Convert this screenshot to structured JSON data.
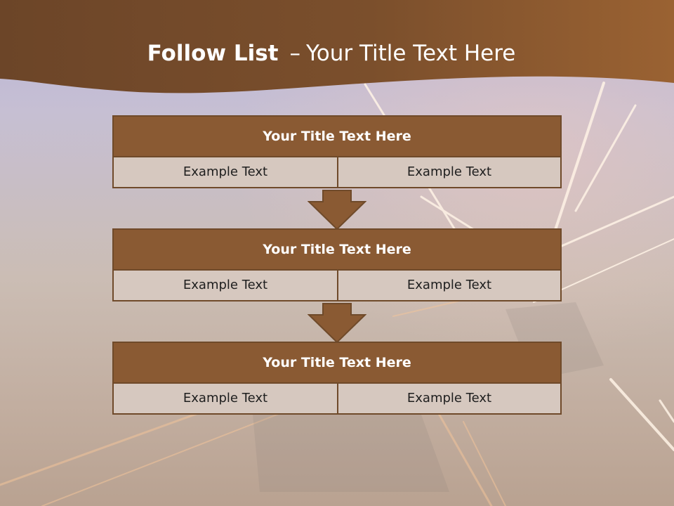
{
  "slide": {
    "title_bold": "Follow List",
    "title_dash": "–",
    "title_rest": "Your Title Text Here"
  },
  "blocks": [
    {
      "title": "Your Title Text Here",
      "left": "Example Text",
      "right": "Example Text"
    },
    {
      "title": "Your Title Text Here",
      "left": "Example Text",
      "right": "Example Text"
    },
    {
      "title": "Your Title Text Here",
      "left": "Example Text",
      "right": "Example Text"
    }
  ],
  "colors": {
    "header_brown": "#7a4f2c",
    "block_title_fill": "#8a5a33",
    "cell_fill": "#d6c8bf",
    "border": "#6f4a2a"
  },
  "icons": [
    "down-arrow-icon"
  ]
}
